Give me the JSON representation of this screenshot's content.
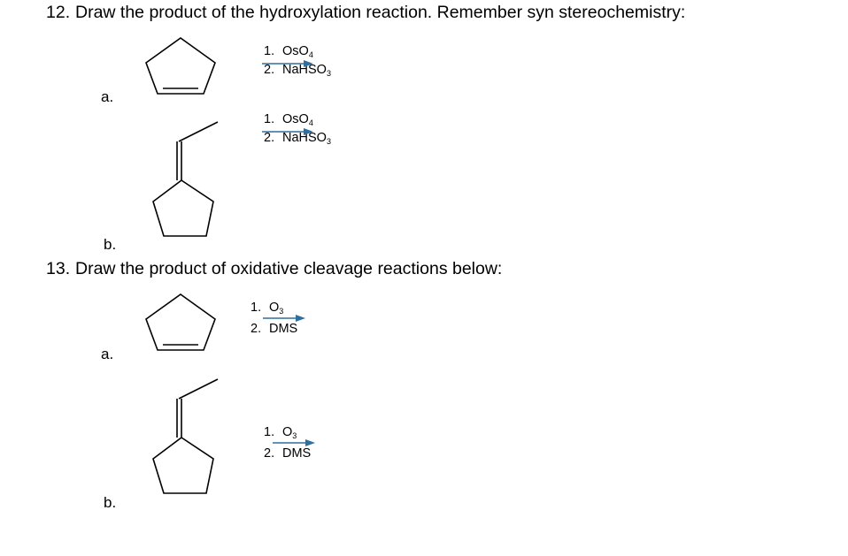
{
  "q12": {
    "number": "12.",
    "text": "Draw the product of the hydroxylation reaction.  Remember syn stereochemistry:",
    "label_a": "a.",
    "label_b": "b.",
    "reaction_a": {
      "step1_num": "1.",
      "step1": "OsO",
      "step1_sub": "4",
      "step2_num": "2.",
      "step2": "NaHSO",
      "step2_sub": "3"
    },
    "reaction_b": {
      "step1_num": "1.",
      "step1": "OsO",
      "step1_sub": "4",
      "step2_num": "2.",
      "step2": "NaHSO",
      "step2_sub": "3"
    }
  },
  "q13": {
    "number": "13.",
    "text": "Draw the product of oxidative cleavage reactions below:",
    "label_a": "a.",
    "label_b": "b.",
    "reaction_a": {
      "step1_num": "1.",
      "step1": "O",
      "step1_sub": "3",
      "step2_num": "2.",
      "step2": "DMS"
    },
    "reaction_b": {
      "step1_num": "1.",
      "step1": "O",
      "step1_sub": "3",
      "step2_num": "2.",
      "step2": "DMS"
    }
  },
  "colors": {
    "arrow": "#2e6f9e",
    "text": "#000000"
  }
}
